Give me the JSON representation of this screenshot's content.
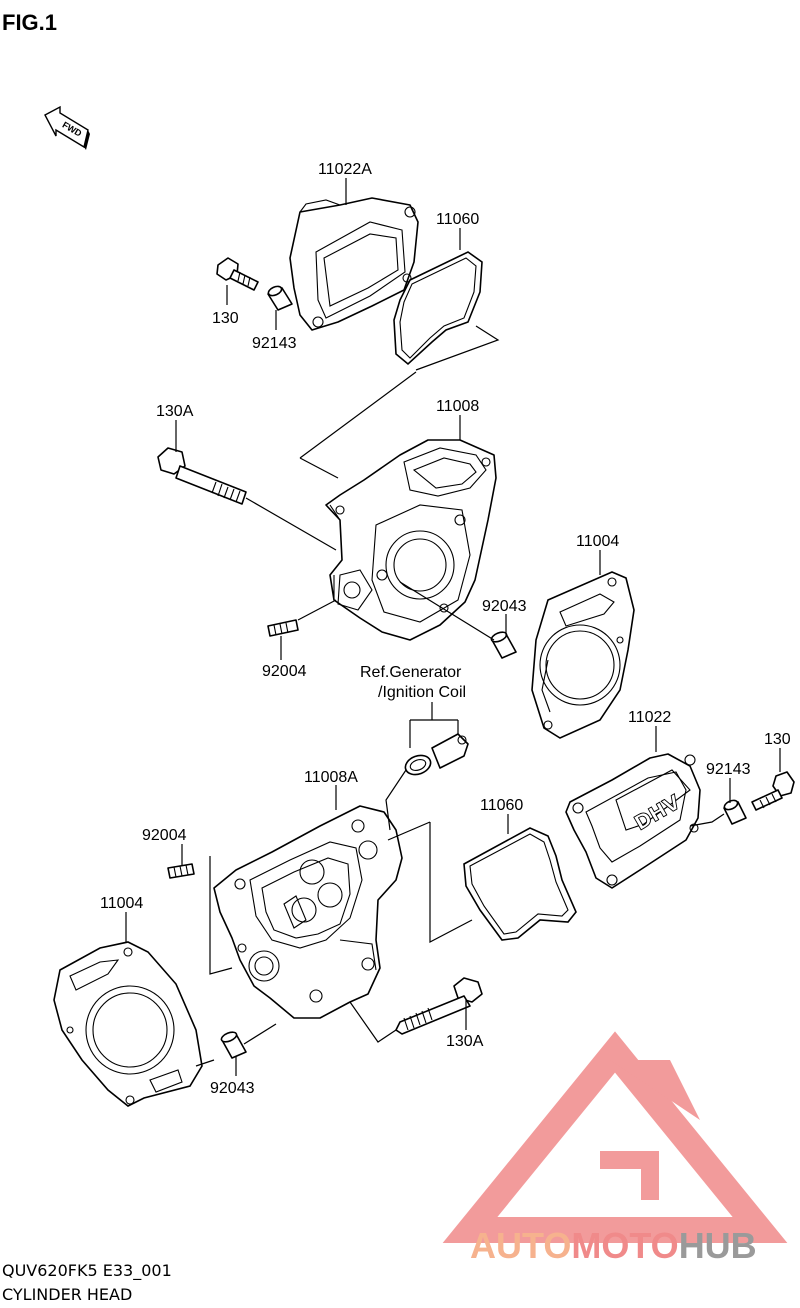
{
  "figure": {
    "title": "FIG.1"
  },
  "direction_marker": {
    "label": "FWD"
  },
  "parts": [
    {
      "id": "11022A"
    },
    {
      "id": "11060"
    },
    {
      "id": "130"
    },
    {
      "id": "92143"
    },
    {
      "id": "130A"
    },
    {
      "id": "11008"
    },
    {
      "id": "11004"
    },
    {
      "id": "92043"
    },
    {
      "id": "92004"
    },
    {
      "id": "11008A"
    },
    {
      "id": "11060"
    },
    {
      "id": "11022"
    },
    {
      "id": "92143"
    },
    {
      "id": "130"
    },
    {
      "id": "92004"
    },
    {
      "id": "11004"
    },
    {
      "id": "130A"
    },
    {
      "id": "92043"
    }
  ],
  "reference_note": {
    "line1": "Ref.Generator",
    "line2": "/Ignition Coil"
  },
  "cover_marking": "DHV",
  "footer": {
    "model_code": "QUV620FK5 E33_001",
    "section": "CYLINDER HEAD"
  },
  "watermark": {
    "part1": "AUTO",
    "part2": "MOTO",
    "part3": "HUB",
    "color_light": "#f6b28e",
    "color_red": "#f08a8a",
    "color_grey": "#9a9a9a"
  }
}
